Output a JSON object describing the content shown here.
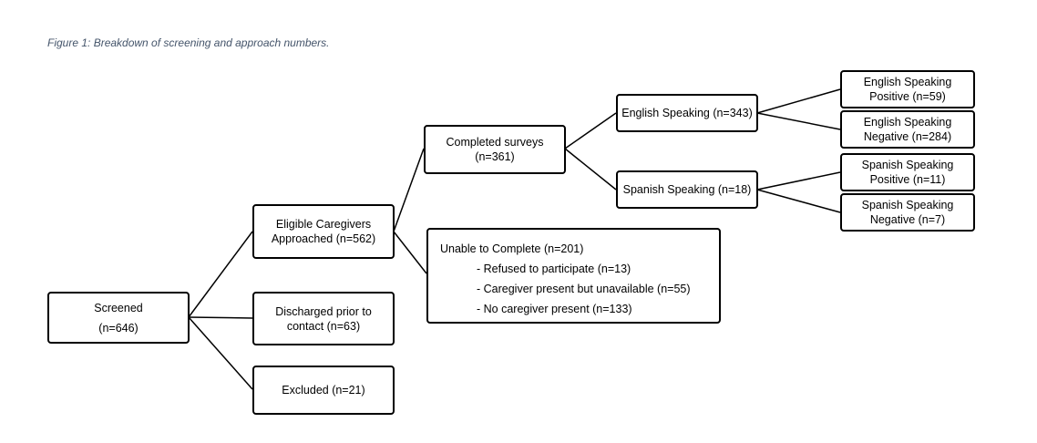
{
  "caption": "Figure 1: Breakdown of screening and approach numbers.",
  "nodes": {
    "screened": {
      "line1": "Screened",
      "line2": "(n=646)"
    },
    "eligible": {
      "line1": "Eligible Caregivers",
      "line2": "Approached (n=562)"
    },
    "discharged": {
      "line1": "Discharged prior to",
      "line2": "contact (n=63)"
    },
    "excluded": {
      "line1": "Excluded (n=21)"
    },
    "completed": {
      "line1": "Completed surveys",
      "line2": "(n=361)"
    },
    "unable": {
      "title": "Unable to Complete (n=201)",
      "items": [
        "- Refused to participate (n=13)",
        "- Caregiver present but unavailable (n=55)",
        "- No caregiver present (n=133)"
      ]
    },
    "english": {
      "line1": "English Speaking (n=343)"
    },
    "spanish": {
      "line1": "Spanish Speaking (n=18)"
    },
    "english_pos": {
      "line1": "English Speaking",
      "line2": "Positive (n=59)"
    },
    "english_neg": {
      "line1": "English Speaking",
      "line2": "Negative (n=284)"
    },
    "spanish_pos": {
      "line1": "Spanish Speaking",
      "line2": "Positive (n=11)"
    },
    "spanish_neg": {
      "line1": "Spanish Speaking",
      "line2": "Negative (n=7)"
    }
  }
}
